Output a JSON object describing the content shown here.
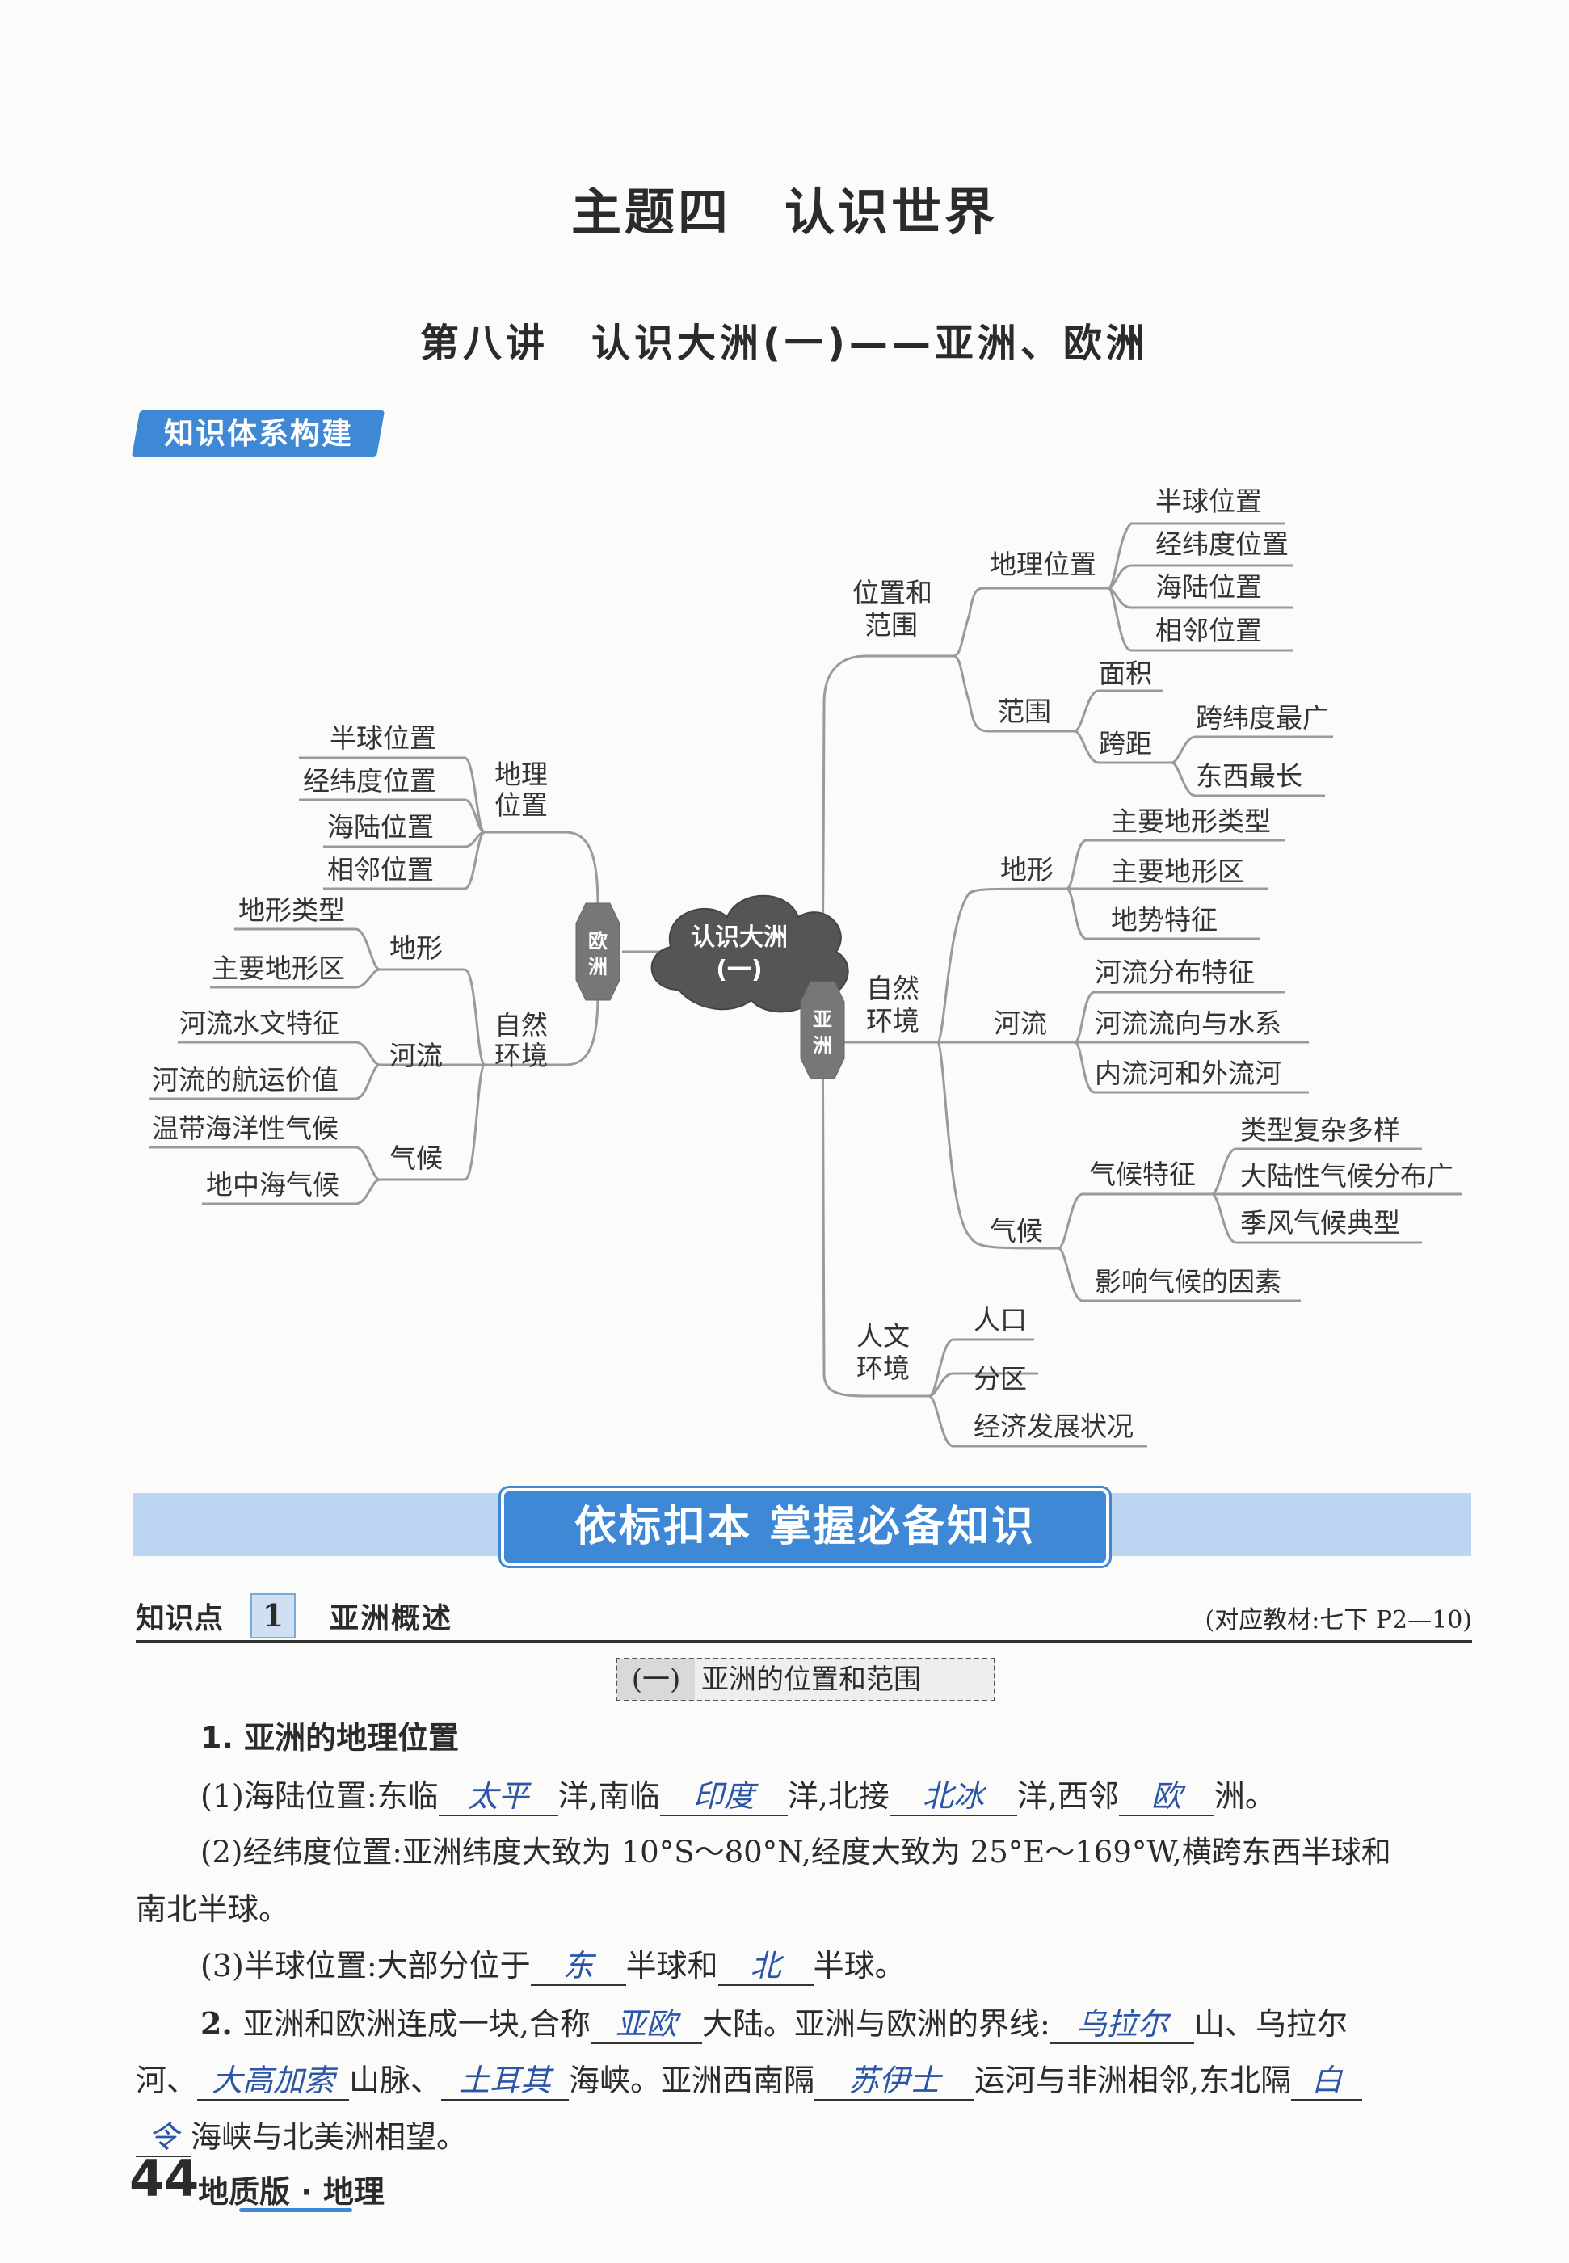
{
  "header": {
    "theme_title": "主题四　认识世界",
    "lecture_title": "第八讲　认识大洲(一)——亚洲、欧洲",
    "knowledge_badge": "知识体系构建"
  },
  "mindmap": {
    "center": [
      "认识大洲",
      "(一)"
    ],
    "asia_label": [
      "亚",
      "洲"
    ],
    "europe_label": [
      "欧",
      "洲"
    ],
    "asia": {
      "location_scope": [
        "位置和",
        "范围"
      ],
      "geo_position": "地理位置",
      "hemisphere": "半球位置",
      "latlon": "经纬度位置",
      "sealand": "海陆位置",
      "neighbor": "相邻位置",
      "scope": "范围",
      "area": "面积",
      "span": "跨距",
      "span_lat": "跨纬度最广",
      "span_ew": "东西最长",
      "natural": [
        "自然",
        "环境"
      ],
      "terrain": "地形",
      "terrain_types": "主要地形类型",
      "terrain_regions": "主要地形区",
      "terrain_features": "地势特征",
      "river": "河流",
      "river_distribution": "河流分布特征",
      "river_direction": "河流流向与水系",
      "river_inner_outer": "内流河和外流河",
      "climate": "气候",
      "climate_features": "气候特征",
      "climate_types": "类型复杂多样",
      "climate_continental": "大陆性气候分布广",
      "climate_monsoon": "季风气候典型",
      "climate_factors": "影响气候的因素",
      "human": [
        "人文",
        "环境"
      ],
      "population": "人口",
      "regions": "分区",
      "economy": "经济发展状况"
    },
    "europe": {
      "geo_position": [
        "地理",
        "位置"
      ],
      "hemisphere": "半球位置",
      "latlon": "经纬度位置",
      "sealand": "海陆位置",
      "neighbor": "相邻位置",
      "natural": [
        "自然",
        "环境"
      ],
      "terrain": "地形",
      "terrain_types": "地形类型",
      "terrain_regions": "主要地形区",
      "river": "河流",
      "river_hydro": "河流水文特征",
      "river_shipping": "河流的航运价值",
      "climate": "气候",
      "climate_temperate": "温带海洋性气候",
      "climate_med": "地中海气候"
    }
  },
  "banner": "依标扣本 掌握必备知识",
  "knowledge_point": {
    "label": "知识点",
    "number": "1",
    "title": "亚洲概述",
    "ref": "(对应教材:七下 P2—10)"
  },
  "subsection": {
    "num": "(一)",
    "title": "亚洲的位置和范围"
  },
  "content": {
    "h1": "1. 亚洲的地理位置",
    "p1_a": "(1)海陆位置:东临",
    "p1_b1": "太平",
    "p1_c": "洋,南临",
    "p1_b2": "印度",
    "p1_d": "洋,北接",
    "p1_b3": "北冰",
    "p1_e": "洋,西邻",
    "p1_b4": "欧",
    "p1_f": "洲。",
    "p2_a": "(2)经纬度位置:亚洲纬度大致为 10°S～80°N,经度大致为 25°E～169°W,横跨东西半球和",
    "p2_b": "南北半球。",
    "p3_a": "(3)半球位置:大部分位于",
    "p3_b1": "东",
    "p3_c": "半球和",
    "p3_b2": "北",
    "p3_d": "半球。",
    "p4_a": "2. ",
    "p4_b": "亚洲和欧洲连成一块,合称",
    "p4_b1": "亚欧",
    "p4_c": "大陆。亚洲与欧洲的界线:",
    "p4_b2": "乌拉尔",
    "p4_d": "山、乌拉尔",
    "p5_a": "河、",
    "p5_b1": "大高加索",
    "p5_b": "山脉、",
    "p5_b2": "土耳其",
    "p5_c": "海峡。亚洲西南隔",
    "p5_b3": "苏伊士",
    "p5_d": "运河与非洲相邻,东北隔",
    "p5_b4": "白",
    "p6_b4": "令",
    "p6_a": "海峡与北美洲相望。"
  },
  "footer": {
    "page_num": "44",
    "text": "地质版 · 地理"
  }
}
